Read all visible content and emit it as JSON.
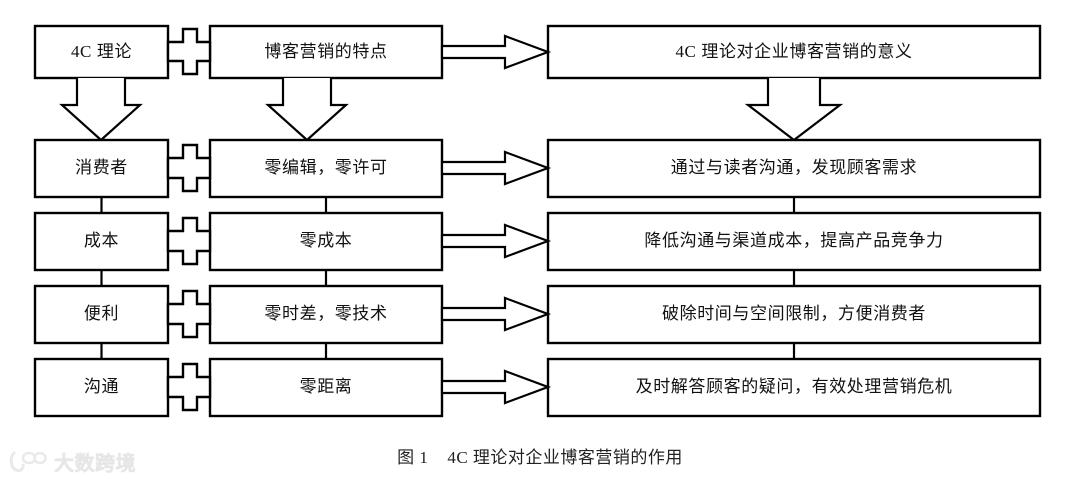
{
  "figure": {
    "caption": "图 1    4C 理论对企业博客营销的作用",
    "caption_number": "图 1",
    "caption_title": "4C 理论对企业博客营销的作用"
  },
  "watermark": {
    "text": "大数跨境",
    "color": "#e2e2e2"
  },
  "colors": {
    "stroke": "#000000",
    "fill": "#ffffff",
    "text": "#111111"
  },
  "diagram": {
    "type": "flowchart",
    "columns": [
      {
        "id": "col-theory",
        "name": "4C theory terms"
      },
      {
        "id": "col-feature",
        "name": "Blog marketing features"
      },
      {
        "id": "col-meaning",
        "name": "Significance for enterprise blog marketing"
      }
    ],
    "rows": [
      {
        "id": "row-header",
        "col1": "4C 理论",
        "col2": "博客营销的特点",
        "col3": "4C 理论对企业博客营销的意义"
      },
      {
        "id": "row-consumer",
        "col1": "消费者",
        "col2": "零编辑，零许可",
        "col3": "通过与读者沟通，发现顾客需求"
      },
      {
        "id": "row-cost",
        "col1": "成本",
        "col2": "零成本",
        "col3": "降低沟通与渠道成本，提高产品竞争力"
      },
      {
        "id": "row-convenience",
        "col1": "便利",
        "col2": "零时差，零技术",
        "col3": "破除时间与空间限制，方便消费者"
      },
      {
        "id": "row-communication",
        "col1": "沟通",
        "col2": "零距离",
        "col3": "及时解答顾客的疑问，有效处理营销危机"
      }
    ],
    "connectors": {
      "plus_label": "plus-connector",
      "right_arrow_label": "right-block-arrow",
      "down_arrow_label": "down-block-arrow",
      "line_label": "vertical-link-line"
    }
  }
}
